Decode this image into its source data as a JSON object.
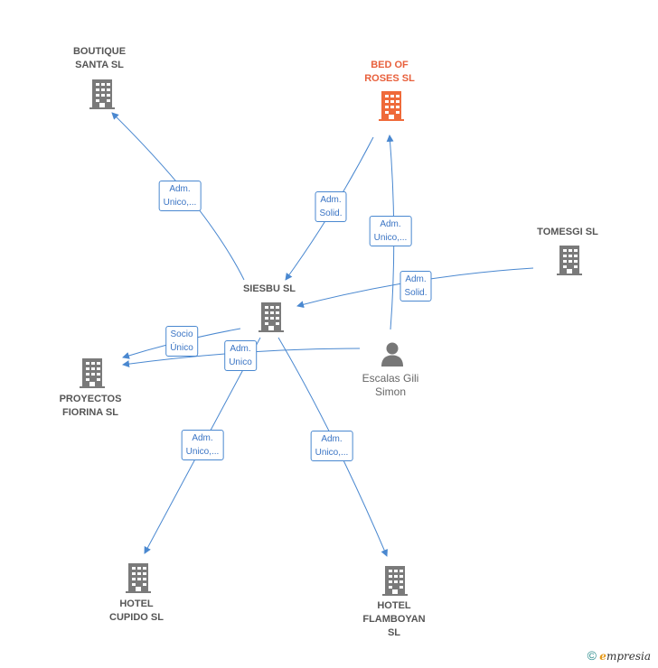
{
  "colors": {
    "edge": "#4a88d0",
    "company_icon": "#7a7a7a",
    "main_company_icon": "#ef6a3a",
    "person_icon": "#777777"
  },
  "nodes": {
    "boutique": {
      "line1": "BOUTIQUE",
      "line2": "SANTA  SL",
      "icon": "building-icon"
    },
    "bed": {
      "line1": "BED OF",
      "line2": "ROSES  SL",
      "icon": "building-icon"
    },
    "tomesgi": {
      "line1": "TOMESGI  SL",
      "icon": "building-icon"
    },
    "siesbu": {
      "line1": "SIESBU  SL",
      "icon": "building-icon"
    },
    "proyectos": {
      "line1": "PROYECTOS",
      "line2": "FIORINA SL",
      "icon": "building-icon"
    },
    "escalas": {
      "line1": "Escalas Gili",
      "line2": "Simon",
      "icon": "person-icon"
    },
    "cupido": {
      "line1": "HOTEL",
      "line2": "CUPIDO  SL",
      "icon": "building-icon"
    },
    "flamboyan": {
      "line1": "HOTEL",
      "line2": "FLAMBOYAN",
      "line3": "SL",
      "icon": "building-icon"
    }
  },
  "relations": {
    "siesbu_boutique": {
      "line1": "Adm.",
      "line2": "Unico,..."
    },
    "bed_siesbu": {
      "line1": "Adm.",
      "line2": "Solid."
    },
    "escalas_bed": {
      "line1": "Adm.",
      "line2": "Unico,..."
    },
    "tomesgi_siesbu": {
      "line1": "Adm.",
      "line2": "Solid."
    },
    "siesbu_proyectos": {
      "line1": "Socio",
      "line2": "Único"
    },
    "escalas_proyectos": {
      "line1": "Adm.",
      "line2": "Unico"
    },
    "siesbu_cupido": {
      "line1": "Adm.",
      "line2": "Unico,..."
    },
    "siesbu_flamboyan": {
      "line1": "Adm.",
      "line2": "Unico,..."
    }
  },
  "footer": {
    "copyright": "©",
    "brand_initial": "e",
    "brand_rest": "mpresia"
  }
}
